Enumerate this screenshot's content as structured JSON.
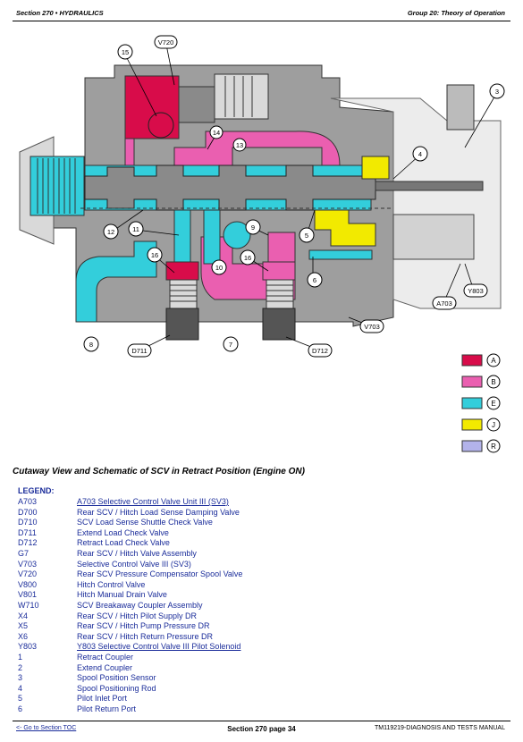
{
  "header": {
    "left": "Section 270 • HYDRAULICS",
    "right": "Group 20: Theory of Operation"
  },
  "diagram": {
    "callouts": [
      "15",
      "V720",
      "3",
      "14",
      "13",
      "4",
      "12",
      "11",
      "9",
      "5",
      "10",
      "16",
      "16",
      "6",
      "A703",
      "Y803",
      "V703",
      "8",
      "D711",
      "7",
      "D712"
    ],
    "key": [
      {
        "letter": "A",
        "color": "#d80c4a"
      },
      {
        "letter": "B",
        "color": "#ea5fb0"
      },
      {
        "letter": "E",
        "color": "#33cedb"
      },
      {
        "letter": "J",
        "color": "#f2ea00"
      },
      {
        "letter": "R",
        "color": "#b3b3ea"
      }
    ]
  },
  "caption": "Cutaway View and Schematic of SCV in Retract Position (Engine ON)",
  "legend": {
    "title": "LEGEND:",
    "items": [
      {
        "code": "A703",
        "desc": "A703 Selective Control Valve Unit III (SV3)"
      },
      {
        "code": "D700",
        "desc": "Rear SCV / Hitch Load Sense Damping Valve"
      },
      {
        "code": "D710",
        "desc": "SCV Load Sense Shuttle Check Valve"
      },
      {
        "code": "D711",
        "desc": "Extend Load Check Valve"
      },
      {
        "code": "D712",
        "desc": "Retract Load Check Valve"
      },
      {
        "code": "G7",
        "desc": "Rear SCV / Hitch Valve Assembly"
      },
      {
        "code": "V703",
        "desc": "Selective Control Valve III (SV3)"
      },
      {
        "code": "V720",
        "desc": "Rear SCV Pressure Compensator Spool Valve"
      },
      {
        "code": "V800",
        "desc": "Hitch Control Valve"
      },
      {
        "code": "V801",
        "desc": "Hitch Manual Drain Valve"
      },
      {
        "code": "W710",
        "desc": "SCV Breakaway Coupler Assembly"
      },
      {
        "code": "X4",
        "desc": "Rear SCV / Hitch Pilot Supply DR"
      },
      {
        "code": "X5",
        "desc": "Rear SCV / Hitch Pump Pressure DR"
      },
      {
        "code": "X6",
        "desc": "Rear SCV / Hitch Return Pressure DR"
      },
      {
        "code": "Y803",
        "desc": "Y803 Selective Control Valve III Pilot Solenoid"
      },
      {
        "code": "1",
        "desc": "Retract Coupler"
      },
      {
        "code": "2",
        "desc": "Extend Coupler"
      },
      {
        "code": "3",
        "desc": "Spool Position Sensor"
      },
      {
        "code": "4",
        "desc": "Spool Positioning Rod"
      },
      {
        "code": "5",
        "desc": "Pilot Inlet Port"
      },
      {
        "code": "6",
        "desc": "Pilot Return Port"
      }
    ]
  },
  "footer": {
    "left": "<- Go to Section TOC",
    "center": "Section 270 page 34",
    "right": "TM119219-DIAGNOSIS AND TESTS MANUAL"
  }
}
